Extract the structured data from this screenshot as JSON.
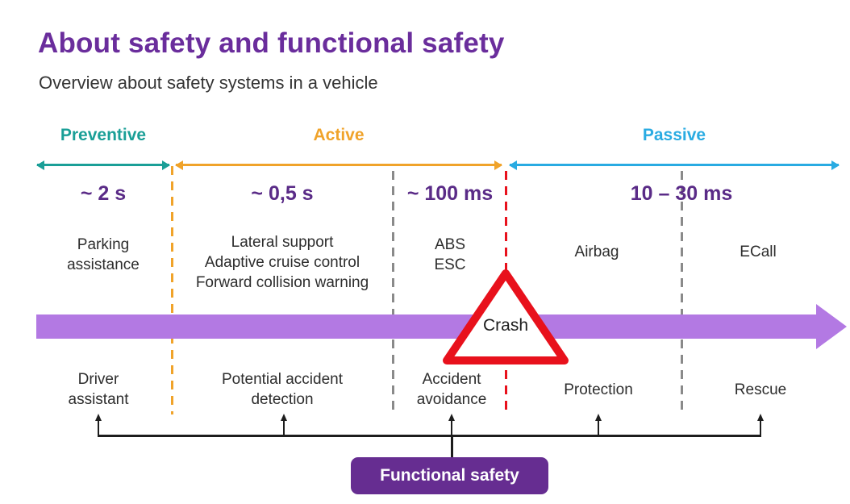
{
  "title": "About safety and functional safety",
  "subtitle": "Overview about safety systems in a vehicle",
  "colors": {
    "title_purple": "#6a2d9c",
    "time_purple": "#5a2b87",
    "preventive_teal": "#1a9f97",
    "active_orange": "#f0a32a",
    "passive_blue": "#29abe2",
    "timeline_purple": "#b379e3",
    "crash_red": "#e8111c",
    "divider_gray": "#8a8a8a",
    "badge_purple": "#662d91"
  },
  "phases": {
    "preventive": {
      "label": "Preventive",
      "time": "~ 2 s"
    },
    "active": {
      "label": "Active",
      "time_early": "~ 0,5 s",
      "time_late": "~ 100 ms"
    },
    "passive": {
      "label": "Passive",
      "time": "10 – 30 ms"
    }
  },
  "systems": {
    "preventive": "Parking\nassistance",
    "active_early": "Lateral support\nAdaptive cruise control\nForward collision warning",
    "active_late": "ABS\nESC",
    "passive_protection": "Airbag",
    "passive_rescue": "ECall"
  },
  "crash_label": "Crash",
  "stages": {
    "preventive": "Driver\nassistant",
    "active_early": "Potential accident\ndetection",
    "active_late": "Accident\navoidance",
    "passive_protection": "Protection",
    "passive_rescue": "Rescue"
  },
  "functional_safety_label": "Functional safety"
}
